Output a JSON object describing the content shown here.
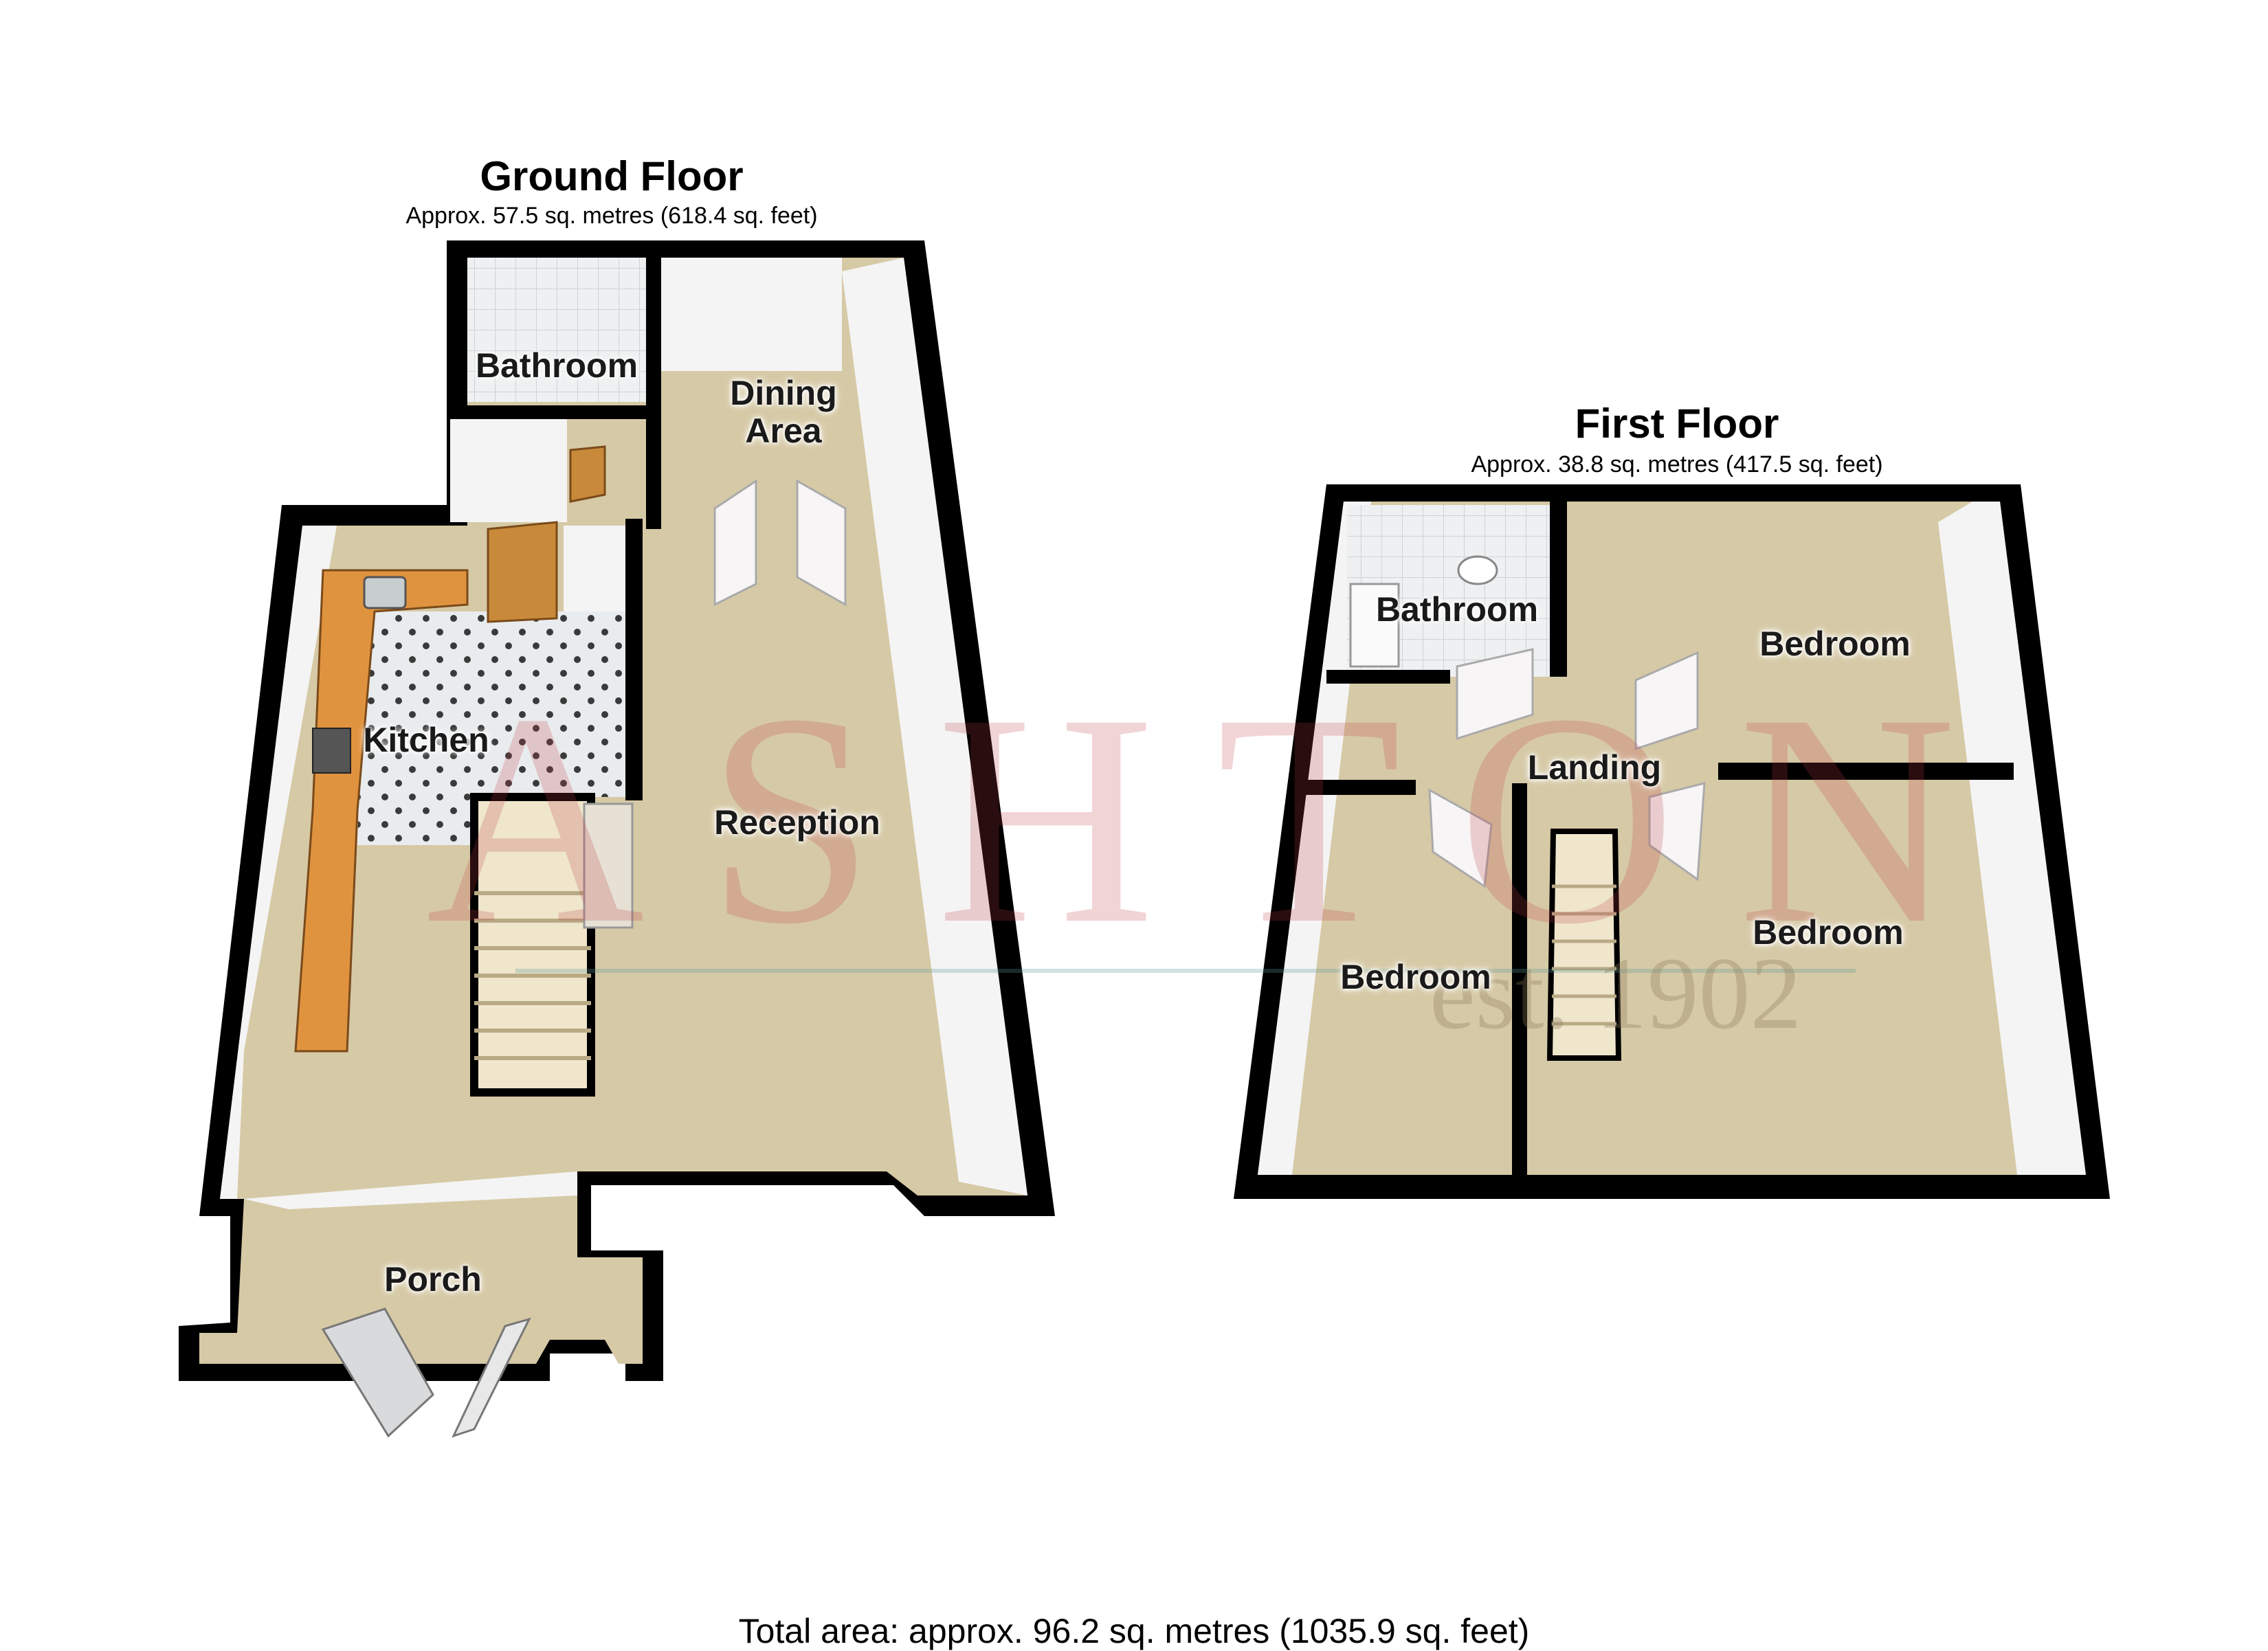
{
  "ground_floor": {
    "title": "Ground Floor",
    "area": "Approx. 57.5 sq. metres (618.4 sq. feet)",
    "rooms": {
      "bathroom": "Bathroom",
      "dining_area": "Dining\nArea",
      "kitchen": "Kitchen",
      "reception": "Reception",
      "porch": "Porch"
    }
  },
  "first_floor": {
    "title": "First Floor",
    "area": "Approx. 38.8 sq. metres (417.5 sq. feet)",
    "rooms": {
      "bathroom": "Bathroom",
      "bedroom_rear": "Bedroom",
      "landing": "Landing",
      "bedroom_front_left": "Bedroom",
      "bedroom_front_right": "Bedroom"
    }
  },
  "total_area": "Total area: approx. 96.2 sq. metres (1035.9 sq. feet)",
  "watermark": {
    "word": "ASHTON",
    "est": "est. 1902"
  },
  "colors": {
    "wall": "#000000",
    "carpet": "#d6c9a6",
    "wall_face": "#f4f4f4",
    "kitchen_worktop": "#e0933f",
    "watermark_red": "#be3c46"
  }
}
